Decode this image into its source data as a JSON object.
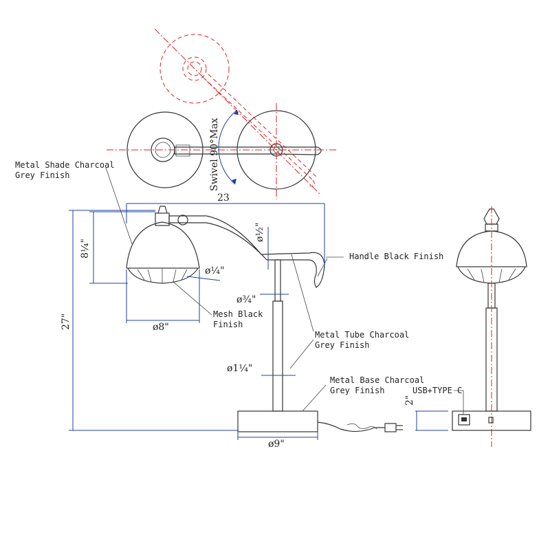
{
  "labels": {
    "shade_line1": "Metal Shade Charcoal",
    "shade_line2": "Grey Finish",
    "handle": "Handle Black Finish",
    "mesh_line1": "Mesh Black",
    "mesh_line2": "Finish",
    "tube_line1": "Metal Tube Charcoal",
    "tube_line2": "Grey Finish",
    "base_line1": "Metal Base Charcoal",
    "base_line2": "Grey Finish",
    "usb": "USB+TYPE C",
    "swivel": "Swivel 90°Max"
  },
  "dimensions": {
    "width_total": "23",
    "height_total": "27\"",
    "shade_height": "8¼\"",
    "shade_dia": "ø8\"",
    "mesh_gap": "ø¼\"",
    "arm_dia": "ø½\"",
    "upper_tube": "ø¾\"",
    "lower_tube": "ø1¼\"",
    "base_dia": "ø9\"",
    "base_height": "2\""
  }
}
